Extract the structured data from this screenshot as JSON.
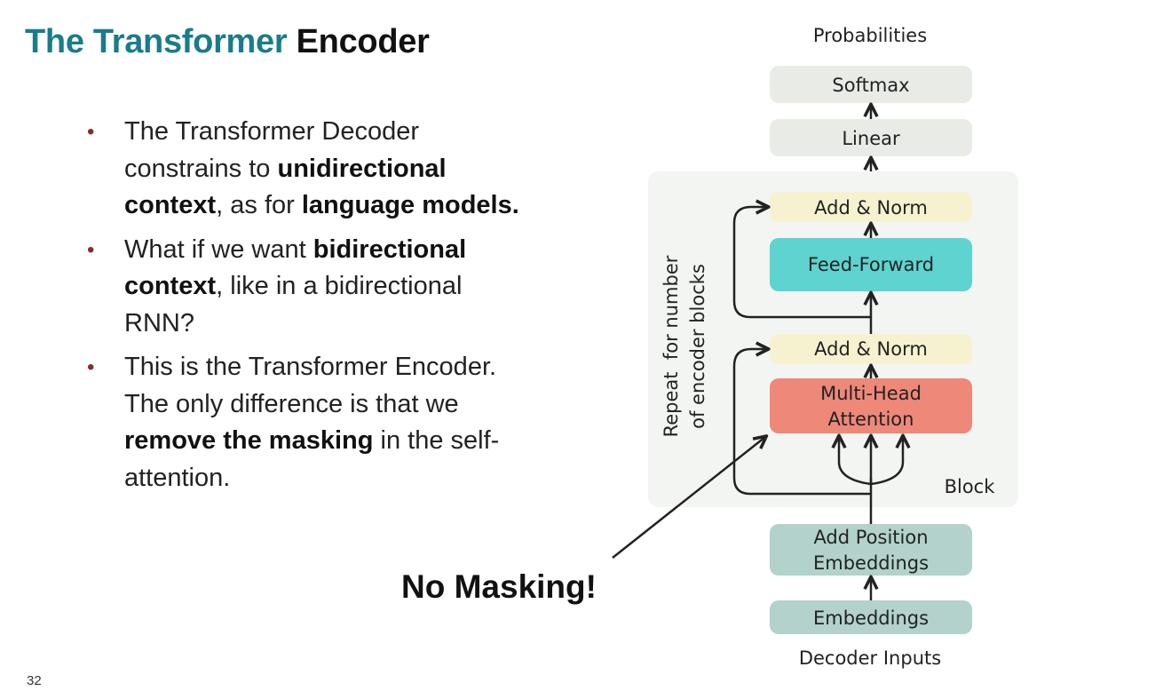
{
  "slide": {
    "title_accent": "The Transformer",
    "title_rest": "Encoder",
    "page_number": "32",
    "callout": "No Masking!"
  },
  "bullets": [
    {
      "parts": [
        {
          "text": "The Transformer Decoder constrains to ",
          "bold": false
        },
        {
          "text": "unidirectional context",
          "bold": true
        },
        {
          "text": ", as for ",
          "bold": false
        },
        {
          "text": "language models.",
          "bold": true
        }
      ]
    },
    {
      "parts": [
        {
          "text": "What if we want ",
          "bold": false
        },
        {
          "text": "bidirectional context",
          "bold": true
        },
        {
          "text": ", like in a bidirectional RNN?",
          "bold": false
        }
      ]
    },
    {
      "parts": [
        {
          "text": "This is the Transformer Encoder. The only difference is that we ",
          "bold": false
        },
        {
          "text": "remove the masking",
          "bold": true
        },
        {
          "text": " in the self-attention.",
          "bold": false
        }
      ]
    }
  ],
  "diagram": {
    "top_label": "Probabilities",
    "bottom_label": "Decoder Inputs",
    "block_label": "Block",
    "repeat_label_line1": "Repeat  for number",
    "repeat_label_line2": "of encoder blocks",
    "boxes": {
      "softmax": "Softmax",
      "linear": "Linear",
      "add_norm_top": "Add & Norm",
      "feed_forward": "Feed-Forward",
      "add_norm_bottom": "Add & Norm",
      "mha_line1": "Multi-Head",
      "mha_line2": "Attention",
      "pos_line1": "Add Position",
      "pos_line2": "Embeddings",
      "embeddings": "Embeddings"
    },
    "colors": {
      "grey_box": "#e9ece6",
      "add_norm": "#f6f2cf",
      "feed_forward": "#5ed3cf",
      "attention": "#ee8879",
      "embedding": "#b2d2cb",
      "block_bg": "#f3f5f2",
      "title_accent": "#1a7c8a",
      "bullet": "#8b2b2b"
    }
  }
}
